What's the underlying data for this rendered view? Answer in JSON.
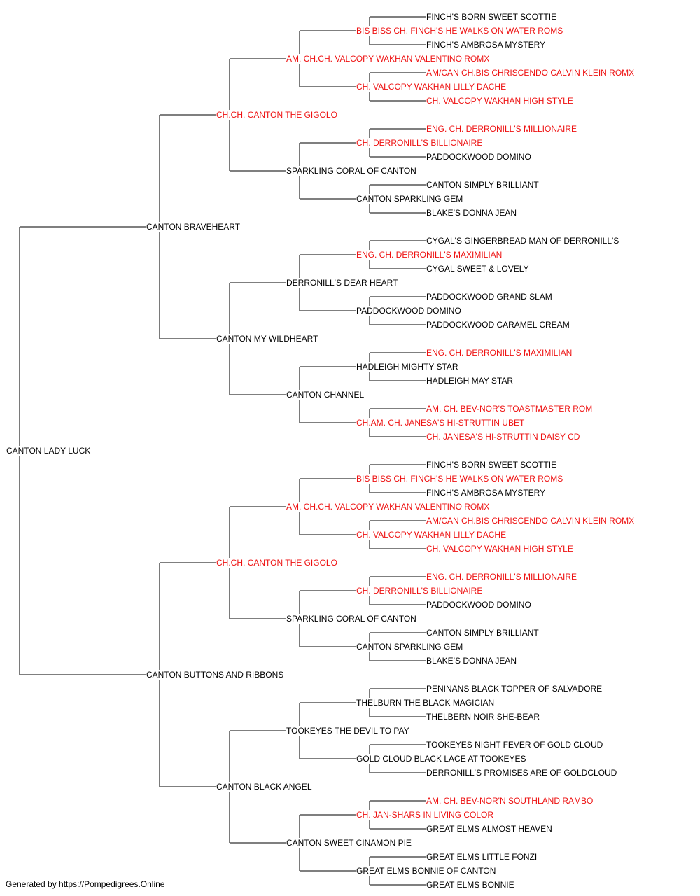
{
  "colors": {
    "line": "#333333",
    "text": "#000000",
    "titled": "#ee1111"
  },
  "pedigree": {
    "name": "CANTON LADY LUCK",
    "sire": {
      "name": "CANTON BRAVEHEART",
      "sire": {
        "name": "CH.CH. CANTON THE GIGOLO",
        "titled": true,
        "sire": {
          "name": "AM. CH.CH. VALCOPY WAKHAN VALENTINO ROMX",
          "titled": true,
          "sire": {
            "name": "BIS BISS CH. FINCH'S HE WALKS ON WATER ROMS",
            "titled": true,
            "sire": {
              "name": "FINCH'S BORN SWEET SCOTTIE"
            },
            "dam": {
              "name": "FINCH'S AMBROSA MYSTERY"
            }
          },
          "dam": {
            "name": "CH. VALCOPY WAKHAN LILLY DACHE",
            "titled": true,
            "sire": {
              "name": "AM/CAN CH.BIS CHRISCENDO CALVIN KLEIN ROMX",
              "titled": true
            },
            "dam": {
              "name": "CH. VALCOPY WAKHAN HIGH STYLE",
              "titled": true
            }
          }
        },
        "dam": {
          "name": "SPARKLING CORAL OF CANTON",
          "sire": {
            "name": "CH. DERRONILL'S BILLIONAIRE",
            "titled": true,
            "sire": {
              "name": "ENG. CH. DERRONILL'S MILLIONAIRE",
              "titled": true
            },
            "dam": {
              "name": "PADDOCKWOOD DOMINO"
            }
          },
          "dam": {
            "name": "CANTON SPARKLING GEM",
            "sire": {
              "name": "CANTON SIMPLY BRILLIANT"
            },
            "dam": {
              "name": "BLAKE'S DONNA JEAN"
            }
          }
        }
      },
      "dam": {
        "name": "CANTON MY WILDHEART",
        "sire": {
          "name": "DERRONILL'S DEAR HEART",
          "sire": {
            "name": "ENG. CH. DERRONILL'S MAXIMILIAN",
            "titled": true,
            "sire": {
              "name": "CYGAL'S GINGERBREAD MAN OF DERRONILL'S"
            },
            "dam": {
              "name": "CYGAL SWEET & LOVELY"
            }
          },
          "dam": {
            "name": "PADDOCKWOOD DOMINO",
            "sire": {
              "name": "PADDOCKWOOD GRAND SLAM"
            },
            "dam": {
              "name": "PADDOCKWOOD CARAMEL CREAM"
            }
          }
        },
        "dam": {
          "name": "CANTON CHANNEL",
          "sire": {
            "name": "HADLEIGH MIGHTY STAR",
            "sire": {
              "name": "ENG. CH. DERRONILL'S MAXIMILIAN",
              "titled": true
            },
            "dam": {
              "name": "HADLEIGH MAY STAR"
            }
          },
          "dam": {
            "name": "CH.AM. CH. JANESA'S HI-STRUTTIN UBET",
            "titled": true,
            "sire": {
              "name": "AM. CH. BEV-NOR'S TOASTMASTER ROM",
              "titled": true
            },
            "dam": {
              "name": "CH. JANESA'S HI-STRUTTIN DAISY CD",
              "titled": true
            }
          }
        }
      }
    },
    "dam": {
      "name": "CANTON BUTTONS AND RIBBONS",
      "sire": {
        "name": "CH.CH. CANTON THE GIGOLO",
        "titled": true,
        "sire": {
          "name": "AM. CH.CH. VALCOPY WAKHAN VALENTINO ROMX",
          "titled": true,
          "sire": {
            "name": "BIS BISS CH. FINCH'S HE WALKS ON WATER ROMS",
            "titled": true,
            "sire": {
              "name": "FINCH'S BORN SWEET SCOTTIE"
            },
            "dam": {
              "name": "FINCH'S AMBROSA MYSTERY"
            }
          },
          "dam": {
            "name": "CH. VALCOPY WAKHAN LILLY DACHE",
            "titled": true,
            "sire": {
              "name": "AM/CAN CH.BIS CHRISCENDO CALVIN KLEIN ROMX",
              "titled": true
            },
            "dam": {
              "name": "CH. VALCOPY WAKHAN HIGH STYLE",
              "titled": true
            }
          }
        },
        "dam": {
          "name": "SPARKLING CORAL OF CANTON",
          "sire": {
            "name": "CH. DERRONILL'S BILLIONAIRE",
            "titled": true,
            "sire": {
              "name": "ENG. CH. DERRONILL'S MILLIONAIRE",
              "titled": true
            },
            "dam": {
              "name": "PADDOCKWOOD DOMINO"
            }
          },
          "dam": {
            "name": "CANTON SPARKLING GEM",
            "sire": {
              "name": "CANTON SIMPLY BRILLIANT"
            },
            "dam": {
              "name": "BLAKE'S DONNA JEAN"
            }
          }
        }
      },
      "dam": {
        "name": "CANTON BLACK ANGEL",
        "sire": {
          "name": "TOOKEYES THE DEVIL TO PAY",
          "sire": {
            "name": "THELBURN THE BLACK MAGICIAN",
            "sire": {
              "name": "PENINANS BLACK TOPPER OF SALVADORE"
            },
            "dam": {
              "name": "THELBERN NOIR SHE-BEAR"
            }
          },
          "dam": {
            "name": "GOLD CLOUD BLACK LACE AT TOOKEYES",
            "sire": {
              "name": "TOOKEYES NIGHT FEVER OF GOLD CLOUD"
            },
            "dam": {
              "name": "DERRONILL'S PROMISES ARE OF GOLDCLOUD"
            }
          }
        },
        "dam": {
          "name": "CANTON SWEET CINAMON PIE",
          "sire": {
            "name": "CH. JAN-SHARS IN LIVING COLOR",
            "titled": true,
            "sire": {
              "name": "AM. CH. BEV-NOR'N SOUTHLAND RAMBO",
              "titled": true
            },
            "dam": {
              "name": "GREAT ELMS ALMOST HEAVEN"
            }
          },
          "dam": {
            "name": "GREAT ELMS BONNIE OF CANTON",
            "sire": {
              "name": "GREAT ELMS LITTLE FONZI"
            },
            "dam": {
              "name": "GREAT ELMS BONNIE"
            }
          }
        }
      }
    }
  },
  "footer": "Generated by https://Pompedigrees.Online"
}
